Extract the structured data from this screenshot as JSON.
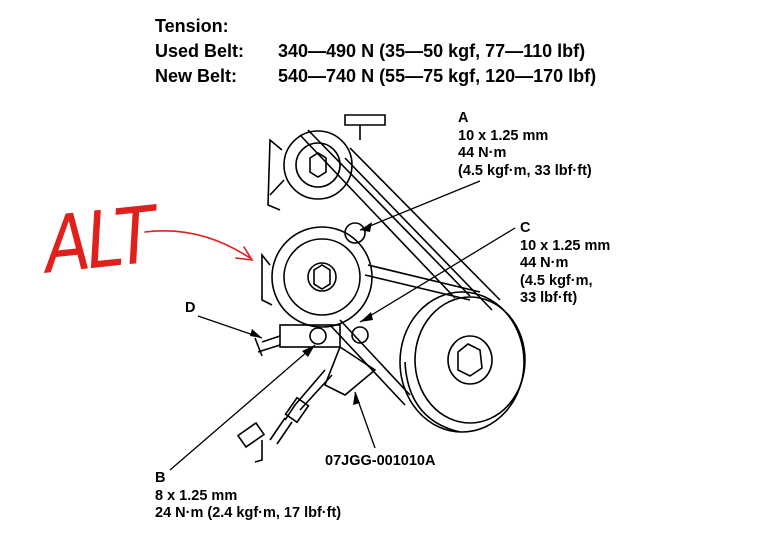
{
  "tension": {
    "heading": "Tension:",
    "rows": [
      {
        "label": "Used Belt:",
        "value": "340—490 N (35—50 kgf, 77—110 lbf)"
      },
      {
        "label": "New Belt:",
        "value": "540—740 N (55—75 kgf, 120—170 lbf)"
      }
    ]
  },
  "callouts": {
    "A": {
      "letter": "A",
      "lines": [
        "10 x 1.25 mm",
        "44 N·m",
        "(4.5 kgf·m, 33 lbf·ft)"
      ]
    },
    "C": {
      "letter": "C",
      "lines": [
        "10 x 1.25 mm",
        "44 N·m",
        "(4.5 kgf·m,",
        "33 lbf·ft)"
      ]
    },
    "D": {
      "letter": "D"
    },
    "B": {
      "letter": "B",
      "lines": [
        "8 x 1.25 mm",
        "24 N·m (2.4 kgf·m, 17 lbf·ft)"
      ]
    }
  },
  "tool_part_number": "07JGG-001010A",
  "handwritten_annotation": {
    "text": "ALT",
    "color": "#e0201c"
  }
}
